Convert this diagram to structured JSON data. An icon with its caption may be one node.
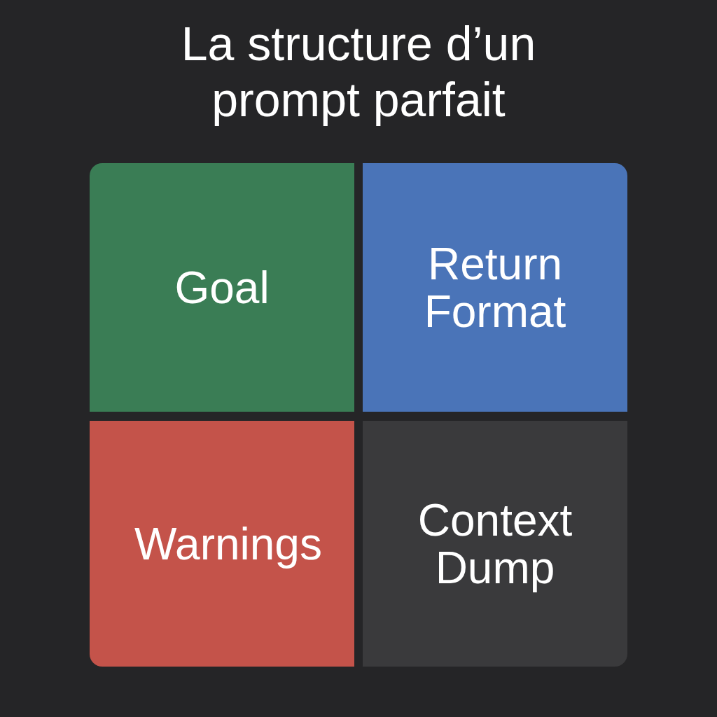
{
  "diagram": {
    "title": "La structure d’un prompt parfait",
    "nodes": [
      {
        "text": [
          "Goal"
        ]
      },
      {
        "text": [
          "Return Format"
        ]
      },
      {
        "text": [
          "Warnings"
        ]
      },
      {
        "text": [
          "Context Dump"
        ]
      }
    ]
  }
}
